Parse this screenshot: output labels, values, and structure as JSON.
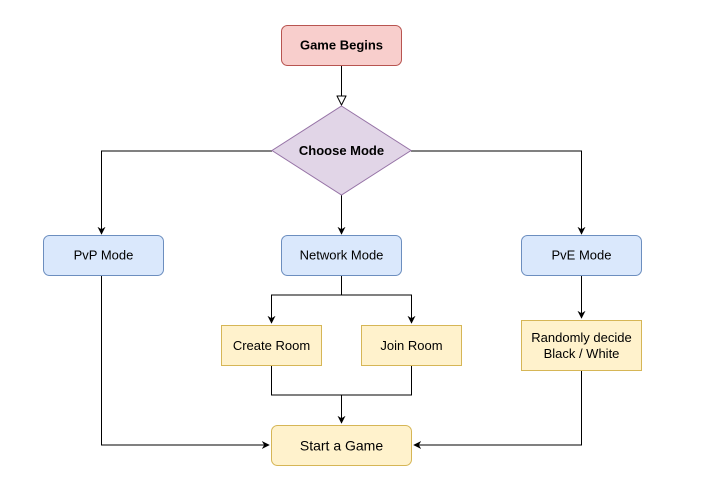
{
  "nodes": {
    "game_begins": {
      "label": "Game Begins",
      "fill": "#f8cecc",
      "stroke": "#b85450"
    },
    "choose_mode": {
      "label": "Choose Mode",
      "fill": "#e1d5e7",
      "stroke": "#9673a6"
    },
    "pvp_mode": {
      "label": "PvP Mode",
      "fill": "#dae8fc",
      "stroke": "#6c8ebf"
    },
    "network_mode": {
      "label": "Network Mode",
      "fill": "#dae8fc",
      "stroke": "#6c8ebf"
    },
    "pve_mode": {
      "label": "PvE Mode",
      "fill": "#dae8fc",
      "stroke": "#6c8ebf"
    },
    "create_room": {
      "label": "Create Room",
      "fill": "#fff2cc",
      "stroke": "#d6b656"
    },
    "join_room": {
      "label": "Join Room",
      "fill": "#fff2cc",
      "stroke": "#d6b656"
    },
    "random_decide": {
      "line1": "Randomly decide",
      "line2": "Black / White",
      "fill": "#fff2cc",
      "stroke": "#d6b656"
    },
    "start_game": {
      "label": "Start a Game",
      "fill": "#fff2cc",
      "stroke": "#d6b656"
    }
  }
}
